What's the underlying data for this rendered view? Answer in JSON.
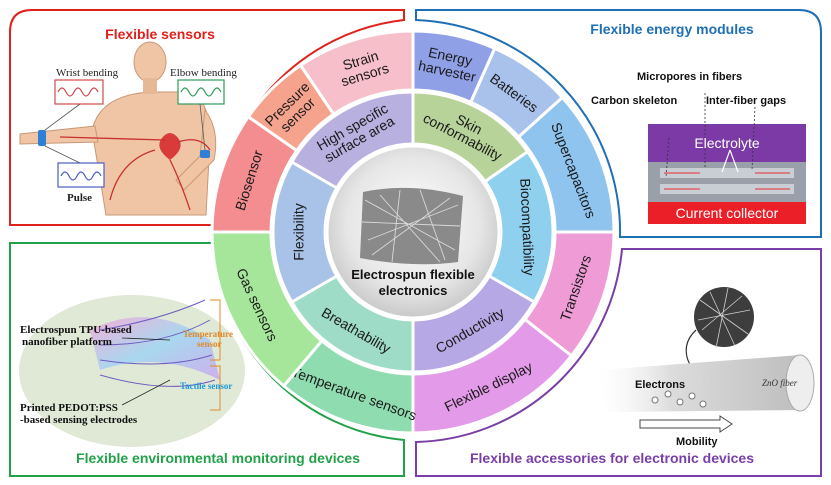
{
  "quadrants": {
    "top_left": {
      "title": "Flexible sensors",
      "color": "#e0201b"
    },
    "top_right": {
      "title": "Flexible energy modules",
      "color": "#1f6fb5"
    },
    "bottom_left": {
      "title": "Flexible environmental monitoring devices",
      "color": "#23a14a"
    },
    "bottom_right": {
      "title": "Flexible accessories for electronic devices",
      "color": "#7a3fa6"
    }
  },
  "sensor_figure": {
    "wrist": "Wrist bending",
    "elbow": "Elbow bending",
    "pulse": "Pulse"
  },
  "energy_figure": {
    "micropores": "Micropores in fibers",
    "carbon": "Carbon skeleton",
    "gaps": "Inter-fiber gaps",
    "electrolyte": "Electrolyte",
    "collector": "Current collector"
  },
  "monitor_figure": {
    "platform_line1": "Electrospun TPU-based",
    "platform_line2": "nanofiber platform",
    "electrodes_line1": "Printed PEDOT:PSS",
    "electrodes_line2": "-based sensing electrodes",
    "temp_line1": "Temperature",
    "temp_line2": "sensor",
    "tactile": "Tactile sensor"
  },
  "accessory_figure": {
    "electrons": "Electrons",
    "mobility": "Mobility",
    "zno": "ZnO fiber"
  },
  "outer_ring": [
    {
      "lines": [
        "Strain",
        "sensors"
      ],
      "color": "#f7bfc9"
    },
    {
      "lines": [
        "Energy",
        "harvester"
      ],
      "color": "#8fa0e6"
    },
    {
      "lines": [
        "Batteries"
      ],
      "color": "#a9c2ec"
    },
    {
      "lines": [
        "Supercapacitors"
      ],
      "color": "#8ec4ee"
    },
    {
      "lines": [
        "Transistors"
      ],
      "color": "#ee9bd6"
    },
    {
      "lines": [
        "Flexible display"
      ],
      "color": "#e39ae8"
    },
    {
      "lines": [
        "Temperature sensors"
      ],
      "color": "#8fdcb0"
    },
    {
      "lines": [
        "Gas sensors"
      ],
      "color": "#a6e69a"
    },
    {
      "lines": [
        "Biosensor"
      ],
      "color": "#f48d90"
    },
    {
      "lines": [
        "Pressure",
        "sensor"
      ],
      "color": "#f6a38e"
    }
  ],
  "inner_ring": [
    {
      "lines": [
        "Skin",
        "conformability"
      ],
      "color": "#b7d39a"
    },
    {
      "lines": [
        "Biocompatibility"
      ],
      "color": "#8fd0ee"
    },
    {
      "lines": [
        "Conductivity"
      ],
      "color": "#b6a8e4"
    },
    {
      "lines": [
        "Breathability"
      ],
      "color": "#9fdcc7"
    },
    {
      "lines": [
        "Flexibility"
      ],
      "color": "#a8c2e8"
    },
    {
      "lines": [
        "High specific",
        "surface area"
      ],
      "color": "#b8b1df"
    }
  ],
  "center": {
    "line1": "Electrospun flexible",
    "line2": "electronics"
  }
}
